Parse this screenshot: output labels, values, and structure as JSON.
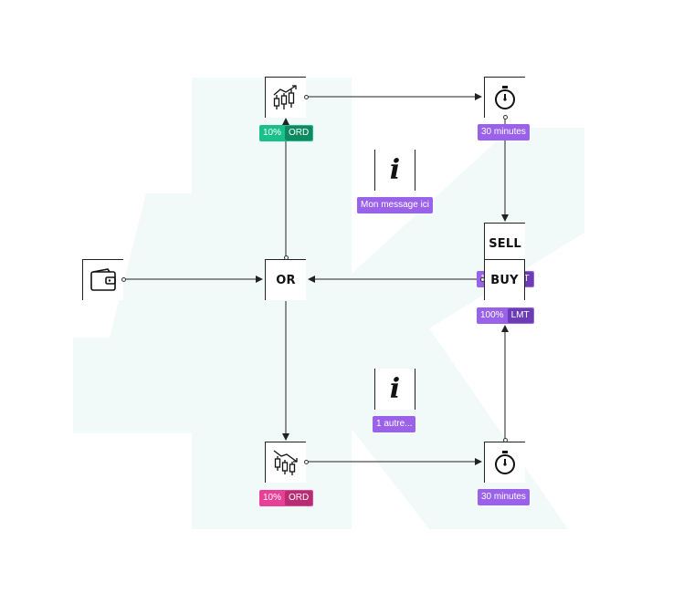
{
  "nodes": {
    "wallet": {
      "icon": "wallet-icon"
    },
    "or": {
      "label": "OR"
    },
    "bull": {
      "icon": "bullish-candles-icon",
      "pct": "10%",
      "type": "ORD",
      "color": "#19c08a"
    },
    "bear": {
      "icon": "bearish-candles-icon",
      "pct": "10%",
      "type": "ORD",
      "color": "#e84096"
    },
    "timer_top": {
      "icon": "stopwatch-icon",
      "label": "30 minutes"
    },
    "timer_bottom": {
      "icon": "stopwatch-icon",
      "label": "30 minutes"
    },
    "sell": {
      "label": "SELL",
      "pct": "100%",
      "type": "LMT"
    },
    "buy": {
      "label": "BUY",
      "pct": "100%",
      "type": "LMT"
    },
    "info_top": {
      "icon": "info-icon",
      "label": "Mon message ici"
    },
    "info_bottom": {
      "icon": "info-icon",
      "label": "1 autre..."
    }
  },
  "colors": {
    "accent_purple": "#9a62e8",
    "accent_green": "#19c08a",
    "accent_pink": "#e84096",
    "watermark": "#f1faf8"
  }
}
